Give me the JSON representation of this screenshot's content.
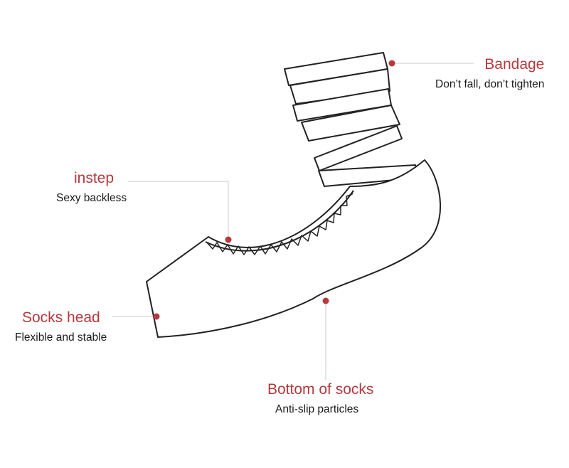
{
  "colors": {
    "accent": "#b5393d",
    "outline": "#222222",
    "leader": "#c8c8c8",
    "text": "#1a1a1a"
  },
  "callouts": {
    "bandage": {
      "title": "Bandage",
      "desc": "Don’t fall, don’t tighten"
    },
    "instep": {
      "title": "instep",
      "desc": "Sexy backless"
    },
    "head": {
      "title": "Socks head",
      "desc": "Flexible and stable"
    },
    "bottom": {
      "title": "Bottom of socks",
      "desc": "Anti-slip particles"
    }
  }
}
